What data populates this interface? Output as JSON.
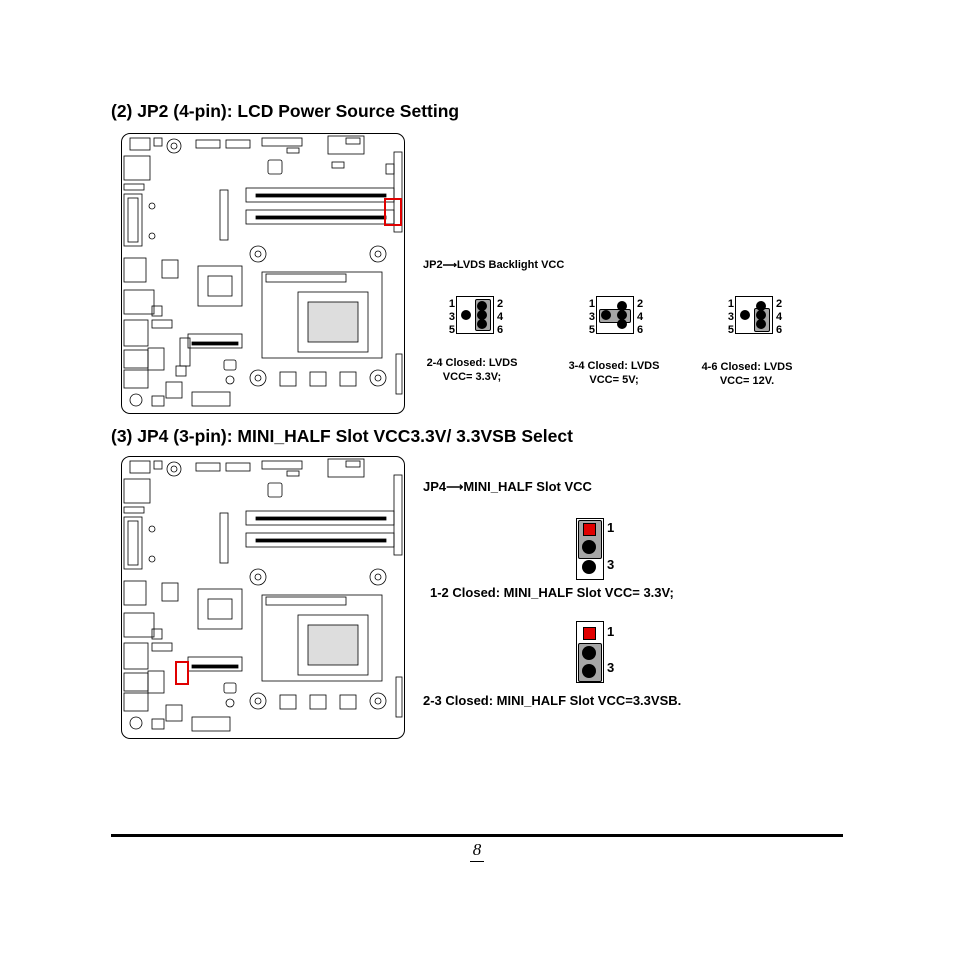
{
  "sections": {
    "jp2": {
      "heading": "(2) JP2 (4-pin): LCD Power Source Setting",
      "label_prefix": "JP2",
      "label_rest": "LVDS Backlight VCC",
      "options": [
        {
          "pins_left": [
            "1",
            "3",
            "5"
          ],
          "pins_right": [
            "2",
            "4",
            "6"
          ],
          "caption_line1": "2-4 Closed: LVDS",
          "caption_line2": "VCC= 3.3V;"
        },
        {
          "pins_left": [
            "1",
            "3",
            "5"
          ],
          "pins_right": [
            "2",
            "4",
            "6"
          ],
          "caption_line1": "3-4 Closed: LVDS",
          "caption_line2": "VCC= 5V;"
        },
        {
          "pins_left": [
            "1",
            "3",
            "5"
          ],
          "pins_right": [
            "2",
            "4",
            "6"
          ],
          "caption_line1": "4-6 Closed: LVDS",
          "caption_line2": "VCC= 12V."
        }
      ]
    },
    "jp4": {
      "heading": "(3) JP4 (3-pin): MINI_HALF Slot VCC3.3V/ 3.3VSB Select",
      "label_prefix": "JP4",
      "label_rest": "MINI_HALF Slot VCC",
      "options": [
        {
          "pin_top": "1",
          "pin_bottom": "3",
          "caption": "1-2 Closed: MINI_HALF Slot VCC= 3.3V;"
        },
        {
          "pin_top": "1",
          "pin_bottom": "3",
          "caption": "2-3 Closed: MINI_HALF Slot VCC=3.3VSB."
        }
      ]
    }
  },
  "footer": {
    "page_number": "8"
  },
  "colors": {
    "highlight": "#e00000",
    "jumper_cap": "#a6a6a6"
  },
  "icons": {
    "arrow": "right-arrow-icon"
  }
}
